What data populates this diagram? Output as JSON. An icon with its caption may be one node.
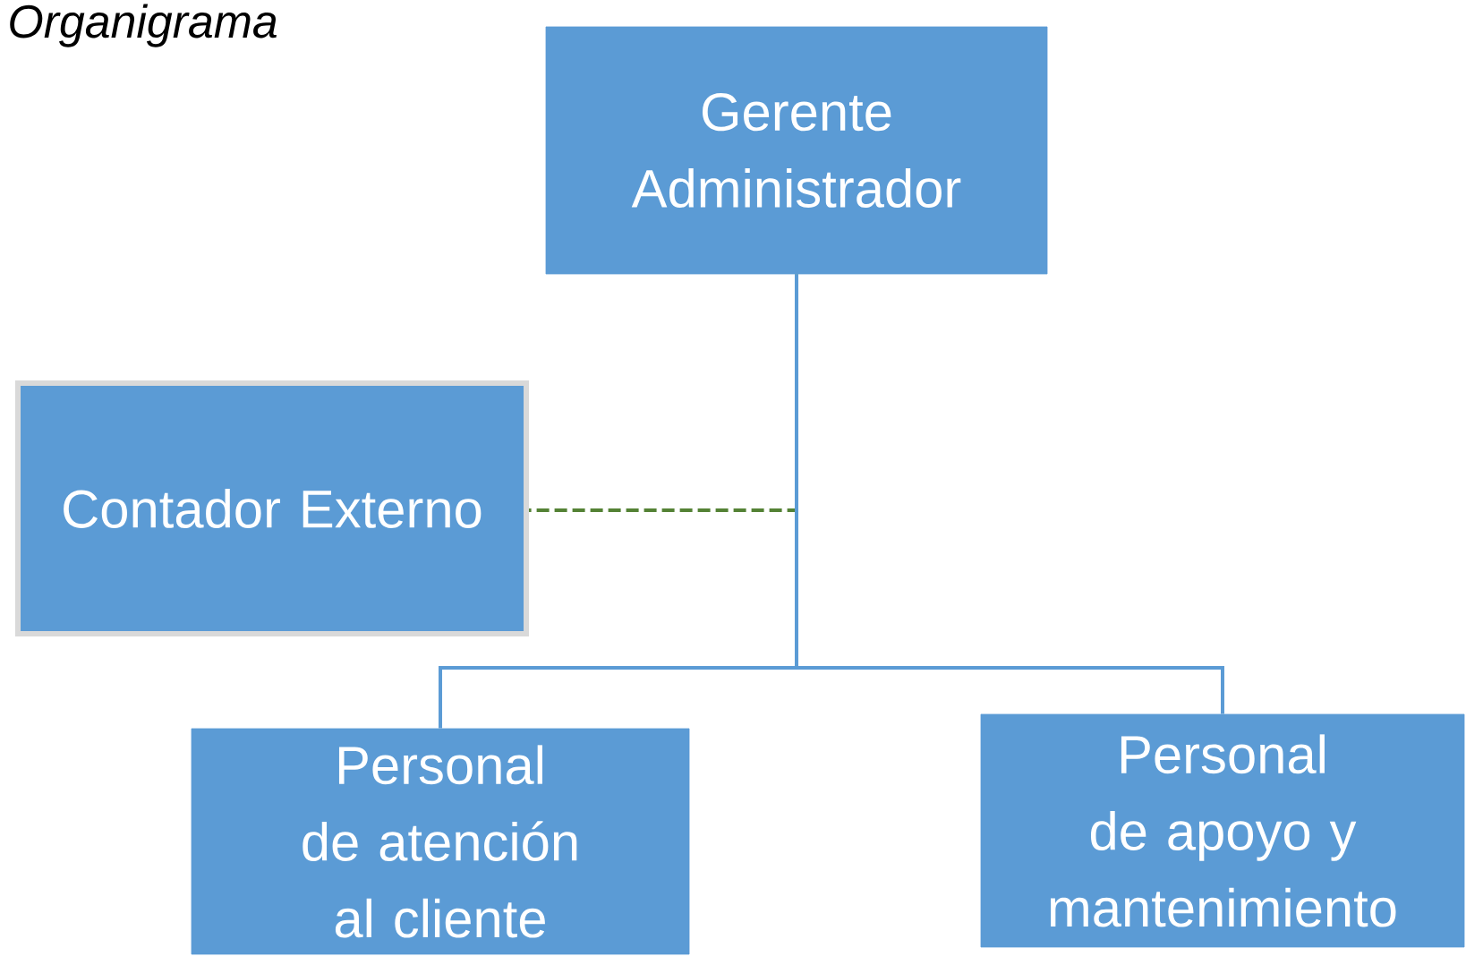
{
  "diagram": {
    "title": "Organigrama",
    "nodes": [
      {
        "text": [
          "Gerente Administrador"
        ]
      },
      {
        "text": [
          "Contador Externo"
        ]
      },
      {
        "text": [
          "Personal de atención al cliente"
        ]
      },
      {
        "text": [
          "Personal de apoyo y mantenimiento"
        ]
      }
    ],
    "edges": [
      {
        "from": 0,
        "to": 1,
        "arrow": "none",
        "style": "dashed",
        "color": "#548235"
      },
      {
        "from": 0,
        "to": 2,
        "arrow": "none"
      },
      {
        "from": 0,
        "to": 3,
        "arrow": "none"
      }
    ]
  }
}
